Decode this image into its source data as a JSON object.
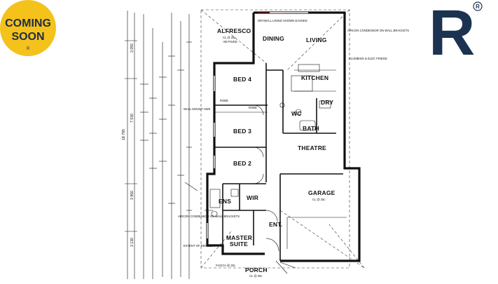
{
  "badge": {
    "line1": "COMING",
    "line2": "SOON",
    "mark": "R",
    "color": "#f4c21b"
  },
  "logo": {
    "letter": "R",
    "registered": "®",
    "color": "#1b3350"
  },
  "plan": {
    "rooms": {
      "alfresco": "ALFRESCO",
      "dining": "DINING",
      "living": "LIVING",
      "kitchen": "KITCHEN",
      "bed4": "BED 4",
      "bed3": "BED 3",
      "bed2": "BED 2",
      "theatre": "THEATRE",
      "garage": "GARAGE",
      "wir": "WIR",
      "ens": "ENS",
      "master": "MASTER",
      "suite": "SUITE",
      "ent": "ENT.",
      "porch": "PORCH",
      "bath": "BATH",
      "dry": "DRY",
      "wc": "WC"
    },
    "notes": {
      "alfresco_sub": "CL @ 25c",
      "alfresco_paved": "-85 PAVED",
      "drywall": "DRYWALL LINING SHOWN DASHED",
      "aircon_top": "AIRCON CONDENSOR ON WALL BRACKETS",
      "plumbing": "PLUMBING & ELEC FRIDGE",
      "wall_mount": "WALL MOUNT HWS",
      "robe1": "ROBE",
      "robe2": "ROBE",
      "garage_sub": "CL @ 25c",
      "porch_sub": "CL @ 25c",
      "aircon_left": "AIRCON CONDENSOR ON WALL BRACKETS",
      "extent_render": "EXTENT OF RENDER",
      "fascia": "FASCIA @ 25c"
    },
    "dims": {
      "overall": "18 790",
      "d1": "3 050",
      "d2": "7 530",
      "d3": "3 960",
      "d4": "3 130"
    }
  }
}
